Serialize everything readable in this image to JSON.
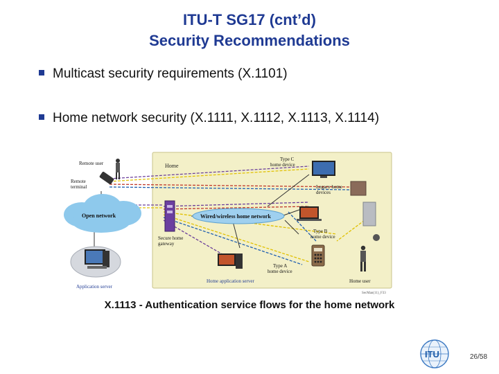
{
  "slide": {
    "title_line1": "ITU-T SG17 (cnt’d)",
    "title_line2": "Security Recommendations",
    "bullets": [
      "Multicast security requirements (X.1101)",
      "Home network security (X.1111, X.1112, X.1113, X.1114)"
    ],
    "caption": "X.1113 - Authentication service flows for the home network",
    "page_number": "26/58",
    "logo_text": "ITU"
  },
  "figure": {
    "labels": {
      "remote_user": "Remote user",
      "remote_terminal": "Remote terminal",
      "open_network": "Open network",
      "home": "Home",
      "type_c": "Type C home device",
      "legacy": "Legacy home devices",
      "wired_wireless": "Wired/wireless home network",
      "type_b": "Type B home device",
      "type_a": "Type A home device",
      "secure_gateway": "Secure home gateway",
      "home_app_server": "Home application server",
      "app_server": "Application server",
      "home_user": "Home user",
      "fig_id": "SecMan(11)_F33"
    },
    "colors": {
      "home_bg": "#f3f0c8",
      "cloud": "#8ec9ec",
      "network_bar": "#9fd0ef",
      "gateway": "#6b3fa0",
      "flow_purple": "#6a3d9a",
      "flow_yellow": "#e0c000",
      "flow_red": "#c0392b",
      "flow_blue": "#1f5fb0"
    }
  }
}
